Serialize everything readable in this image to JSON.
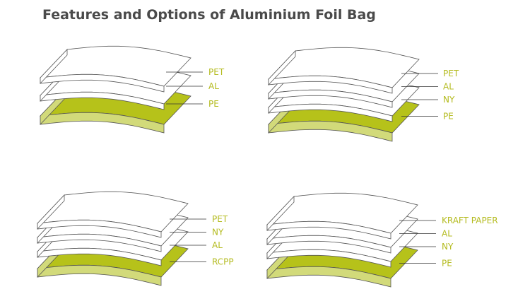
{
  "title": "Features and Options of Aluminium Foil Bag",
  "colors": {
    "label": "#b4bb1f",
    "layer_outline": "#555555",
    "plain_layer_fill": "#ffffff",
    "pe_top_fill": "#b6c21a",
    "pe_side_fill": "#d2da7a",
    "leader_line": "#333333"
  },
  "diagrams": [
    {
      "id": "structure-1",
      "layers": [
        "PET",
        "AL",
        "PE"
      ]
    },
    {
      "id": "structure-2",
      "layers": [
        "PET",
        "AL",
        "NY",
        "PE"
      ]
    },
    {
      "id": "structure-3",
      "layers": [
        "PET",
        "NY",
        "AL",
        "RCPP"
      ]
    },
    {
      "id": "structure-4",
      "layers": [
        "KRAFT PAPER",
        "AL",
        "NY",
        "PE"
      ]
    }
  ]
}
